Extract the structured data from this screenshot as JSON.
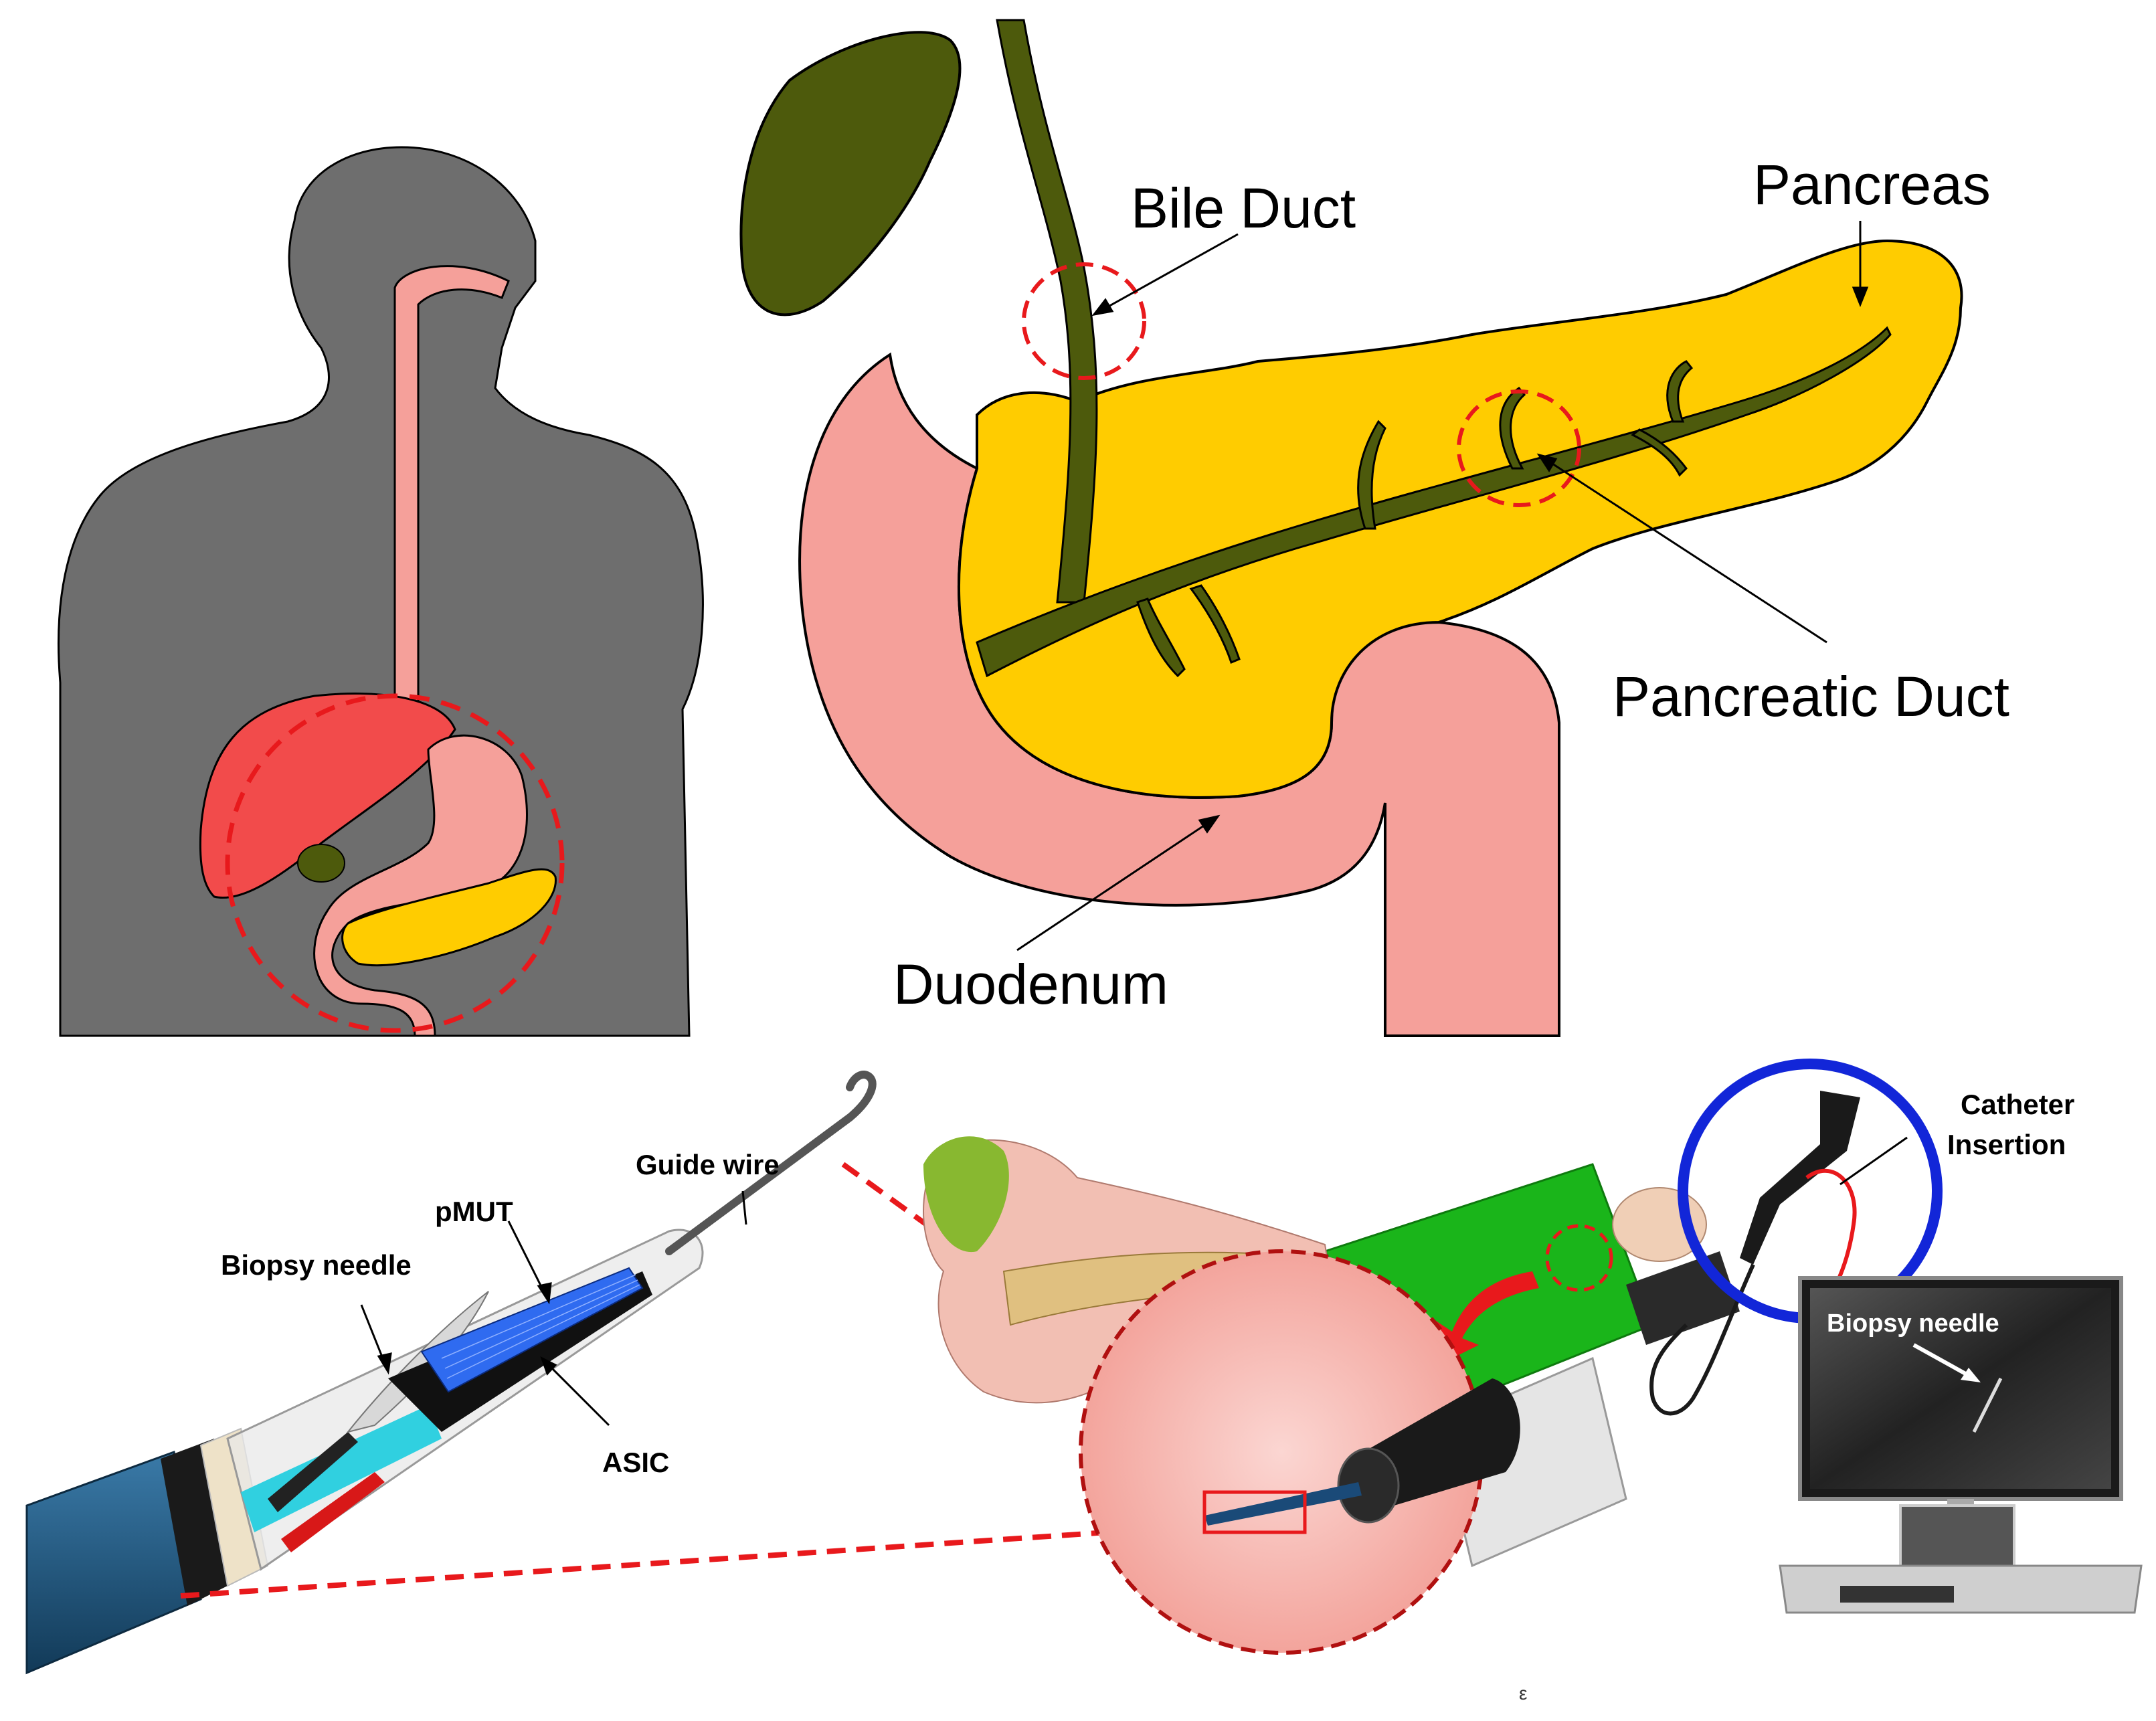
{
  "labels": {
    "bile_duct": "Bile Duct",
    "pancreas": "Pancreas",
    "pancreatic_duct": "Pancreatic Duct",
    "duodenum": "Duodenum",
    "guide_wire": "Guide wire",
    "pmut": "pMUT",
    "biopsy_needle": "Biopsy needle",
    "asic": "ASIC",
    "catheter_line1": "Catheter",
    "catheter_line2": "Insertion",
    "us_biopsy_needle": "Biopsy  needle",
    "footer_mark": "ε"
  },
  "colors": {
    "body_gray": "#6e6e6e",
    "digestive_pink": "#f5a09a",
    "liver_red": "#f24b4b",
    "pancreas_yellow": "#ffcc00",
    "bile_olive": "#4d5a0c",
    "highlight_red": "#e8191c",
    "loop_blue": "#1226d8",
    "sheath_green": "#1ab51a",
    "pmut_blue": "#2f6bf0",
    "asic_cyan": "#30d0e0"
  }
}
